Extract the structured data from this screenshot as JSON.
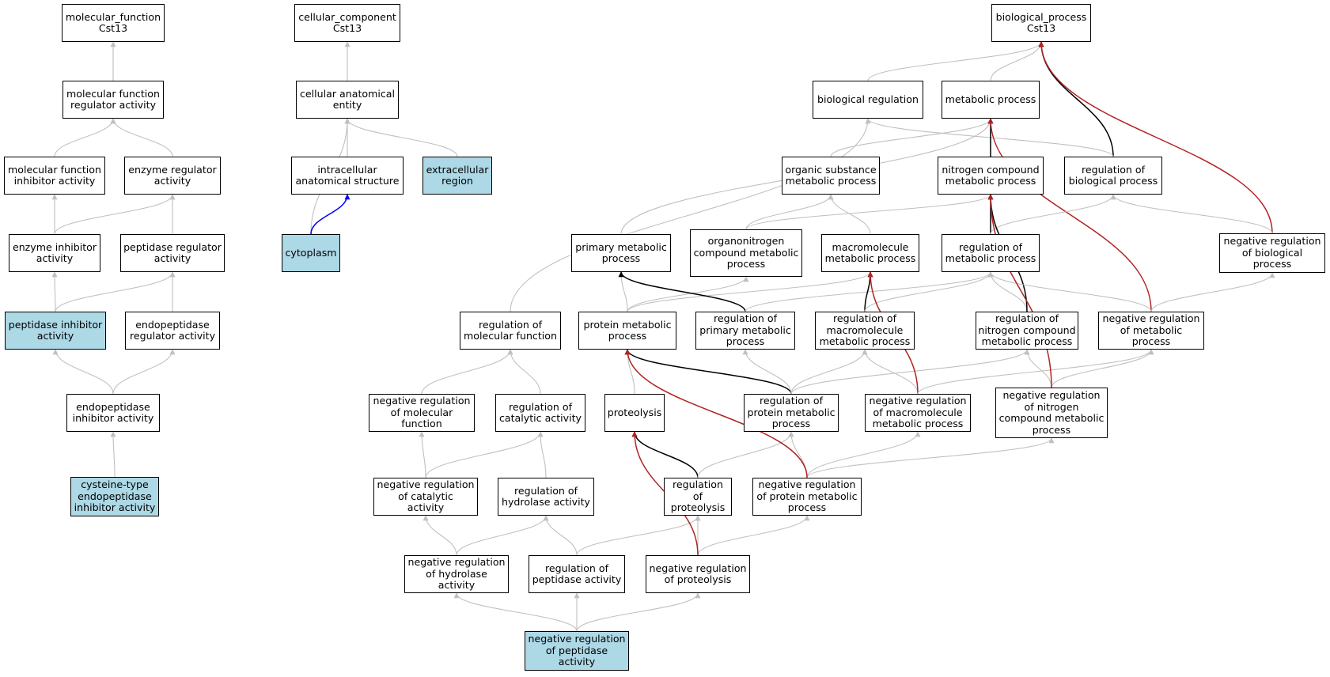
{
  "colors": {
    "is_a": "#c0c0c0",
    "part_of": "#0000ff",
    "regulates": "#000000",
    "negatively_regulates": "#b22222",
    "highlight_fill": "#add8e6"
  },
  "nodes": {
    "mf_root": "molecular_function\nCst13",
    "cc_root": "cellular_component\nCst13",
    "bp_root": "biological_process\nCst13",
    "mf_reg": "molecular function\nregulator activity",
    "cae": "cellular anatomical\nentity",
    "bio_reg": "biological regulation",
    "met_proc": "metabolic process",
    "mf_inhib": "molecular function\ninhibitor activity",
    "enz_reg": "enzyme regulator\nactivity",
    "ias": "intracellular\nanatomical structure",
    "extracellular": "extracellular\nregion",
    "org_sub": "organic substance\nmetabolic process",
    "nitro_met": "nitrogen compound\nmetabolic process",
    "reg_bio": "regulation of\nbiological process",
    "enz_inhib": "enzyme inhibitor\nactivity",
    "pep_reg": "peptidase regulator\nactivity",
    "cytoplasm": "cytoplasm",
    "prim_met": "primary metabolic\nprocess",
    "orgnitro": "organonitrogen\ncompound metabolic\nprocess",
    "macro_met": "macromolecule\nmetabolic process",
    "reg_met": "regulation of\nmetabolic process",
    "neg_reg_bio": "negative regulation\nof biological\nprocess",
    "pep_inhib": "peptidase inhibitor\nactivity",
    "endo_reg": "endopeptidase\nregulator activity",
    "reg_mol_func": "regulation of\nmolecular function",
    "prot_met": "protein metabolic\nprocess",
    "reg_prim": "regulation of\nprimary metabolic\nprocess",
    "reg_macro": "regulation of\nmacromolecule\nmetabolic process",
    "reg_nitro": "regulation of\nnitrogen compound\nmetabolic process",
    "neg_reg_met": "negative regulation\nof metabolic\nprocess",
    "endo_inhib": "endopeptidase\ninhibitor activity",
    "neg_reg_molf": "negative regulation\nof molecular\nfunction",
    "reg_cat": "regulation of\ncatalytic activity",
    "proteolysis": "proteolysis",
    "reg_prot_met": "regulation of\nprotein metabolic\nprocess",
    "neg_reg_macro": "negative regulation\nof macromolecule\nmetabolic process",
    "neg_reg_nitro": "negative regulation\nof nitrogen\ncompound metabolic\nprocess",
    "cys_endo": "cysteine-type\nendopeptidase\ninhibitor activity",
    "neg_reg_cat": "negative regulation\nof catalytic\nactivity",
    "reg_hydro": "regulation of\nhydrolase activity",
    "reg_proteolysis": "regulation of\nproteolysis",
    "neg_reg_prot_met": "negative regulation\nof protein metabolic\nprocess",
    "neg_reg_hydro": "negative regulation\nof hydrolase\nactivity",
    "reg_pep": "regulation of\npeptidase activity",
    "neg_reg_proteolysis": "negative regulation\nof proteolysis",
    "neg_reg_pep": "negative regulation\nof peptidase\nactivity"
  },
  "edges": [
    [
      "mf_reg",
      "mf_root",
      "is_a"
    ],
    [
      "mf_inhib",
      "mf_reg",
      "is_a"
    ],
    [
      "enz_reg",
      "mf_reg",
      "is_a"
    ],
    [
      "enz_inhib",
      "mf_inhib",
      "is_a"
    ],
    [
      "enz_inhib",
      "enz_reg",
      "is_a"
    ],
    [
      "pep_reg",
      "enz_reg",
      "is_a"
    ],
    [
      "pep_inhib",
      "enz_inhib",
      "is_a"
    ],
    [
      "pep_inhib",
      "pep_reg",
      "is_a"
    ],
    [
      "endo_reg",
      "pep_reg",
      "is_a"
    ],
    [
      "endo_inhib",
      "pep_inhib",
      "is_a"
    ],
    [
      "endo_inhib",
      "endo_reg",
      "is_a"
    ],
    [
      "cys_endo",
      "endo_inhib",
      "is_a"
    ],
    [
      "cae",
      "cc_root",
      "is_a"
    ],
    [
      "ias",
      "cae",
      "is_a"
    ],
    [
      "extracellular",
      "cae",
      "is_a"
    ],
    [
      "cytoplasm",
      "cae",
      "is_a"
    ],
    [
      "cytoplasm",
      "ias",
      "part_of"
    ],
    [
      "bio_reg",
      "bp_root",
      "is_a"
    ],
    [
      "met_proc",
      "bp_root",
      "is_a"
    ],
    [
      "reg_bio",
      "bp_root",
      "regulates"
    ],
    [
      "neg_reg_bio",
      "bp_root",
      "negatively_regulates"
    ],
    [
      "org_sub",
      "met_proc",
      "is_a"
    ],
    [
      "nitro_met",
      "met_proc",
      "is_a"
    ],
    [
      "reg_bio",
      "bio_reg",
      "is_a"
    ],
    [
      "prim_met",
      "met_proc",
      "is_a"
    ],
    [
      "reg_met",
      "met_proc",
      "regulates"
    ],
    [
      "neg_reg_met",
      "met_proc",
      "negatively_regulates"
    ],
    [
      "orgnitro",
      "org_sub",
      "is_a"
    ],
    [
      "orgnitro",
      "nitro_met",
      "is_a"
    ],
    [
      "macro_met",
      "org_sub",
      "is_a"
    ],
    [
      "reg_met",
      "reg_bio",
      "is_a"
    ],
    [
      "neg_reg_bio",
      "reg_bio",
      "is_a"
    ],
    [
      "reg_mol_func",
      "bio_reg",
      "is_a"
    ],
    [
      "prot_met",
      "prim_met",
      "is_a"
    ],
    [
      "prot_met",
      "orgnitro",
      "is_a"
    ],
    [
      "prot_met",
      "macro_met",
      "is_a"
    ],
    [
      "reg_prim",
      "prim_met",
      "regulates"
    ],
    [
      "reg_prim",
      "reg_met",
      "is_a"
    ],
    [
      "reg_macro",
      "macro_met",
      "regulates"
    ],
    [
      "reg_macro",
      "reg_met",
      "is_a"
    ],
    [
      "reg_nitro",
      "reg_met",
      "is_a"
    ],
    [
      "reg_nitro",
      "nitro_met",
      "regulates"
    ],
    [
      "neg_reg_met",
      "reg_met",
      "is_a"
    ],
    [
      "neg_reg_met",
      "neg_reg_bio",
      "is_a"
    ],
    [
      "neg_reg_molf",
      "reg_mol_func",
      "is_a"
    ],
    [
      "reg_cat",
      "reg_mol_func",
      "is_a"
    ],
    [
      "proteolysis",
      "prot_met",
      "is_a"
    ],
    [
      "reg_prot_met",
      "prot_met",
      "regulates"
    ],
    [
      "reg_prot_met",
      "reg_prim",
      "is_a"
    ],
    [
      "reg_prot_met",
      "reg_macro",
      "is_a"
    ],
    [
      "reg_prot_met",
      "reg_nitro",
      "is_a"
    ],
    [
      "neg_reg_macro",
      "reg_macro",
      "is_a"
    ],
    [
      "neg_reg_macro",
      "macro_met",
      "negatively_regulates"
    ],
    [
      "neg_reg_macro",
      "neg_reg_met",
      "is_a"
    ],
    [
      "neg_reg_nitro",
      "reg_nitro",
      "is_a"
    ],
    [
      "neg_reg_nitro",
      "neg_reg_met",
      "is_a"
    ],
    [
      "neg_reg_nitro",
      "nitro_met",
      "negatively_regulates"
    ],
    [
      "neg_reg_cat",
      "neg_reg_molf",
      "is_a"
    ],
    [
      "neg_reg_cat",
      "reg_cat",
      "is_a"
    ],
    [
      "reg_hydro",
      "reg_cat",
      "is_a"
    ],
    [
      "reg_proteolysis",
      "proteolysis",
      "regulates"
    ],
    [
      "reg_proteolysis",
      "reg_prot_met",
      "is_a"
    ],
    [
      "neg_reg_prot_met",
      "reg_prot_met",
      "is_a"
    ],
    [
      "neg_reg_prot_met",
      "neg_reg_macro",
      "is_a"
    ],
    [
      "neg_reg_prot_met",
      "neg_reg_nitro",
      "is_a"
    ],
    [
      "neg_reg_prot_met",
      "prot_met",
      "negatively_regulates"
    ],
    [
      "neg_reg_hydro",
      "neg_reg_cat",
      "is_a"
    ],
    [
      "neg_reg_hydro",
      "reg_hydro",
      "is_a"
    ],
    [
      "reg_pep",
      "reg_hydro",
      "is_a"
    ],
    [
      "reg_pep",
      "reg_proteolysis",
      "is_a"
    ],
    [
      "neg_reg_proteolysis",
      "reg_proteolysis",
      "is_a"
    ],
    [
      "neg_reg_proteolysis",
      "neg_reg_prot_met",
      "is_a"
    ],
    [
      "neg_reg_proteolysis",
      "proteolysis",
      "negatively_regulates"
    ],
    [
      "neg_reg_pep",
      "neg_reg_hydro",
      "is_a"
    ],
    [
      "neg_reg_pep",
      "reg_pep",
      "is_a"
    ],
    [
      "neg_reg_pep",
      "neg_reg_proteolysis",
      "is_a"
    ]
  ]
}
